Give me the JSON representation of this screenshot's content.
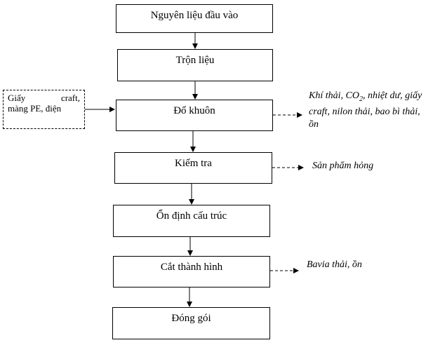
{
  "steps": [
    "Nguyên liệu đầu vào",
    "Trộn liệu",
    "Đổ khuôn",
    "Kiểm tra",
    "Ổn định cấu trúc",
    "Cắt thành hình",
    "Đóng gói"
  ],
  "input": {
    "line1_a": "Giấy",
    "line1_b": "craft,",
    "line2": "màng PE, điện"
  },
  "outputs": {
    "do_khuon_1": "Khí thải, CO",
    "do_khuon_sub": "2",
    "do_khuon_2": ", nhiệt dư, giấy",
    "do_khuon_3": "craft, nilon thải, bao bì thải,",
    "do_khuon_4": "ồn",
    "kiem_tra": "Sản phẩm hỏng",
    "cat_thanh_hinh": "Bavia thải, ồn"
  }
}
